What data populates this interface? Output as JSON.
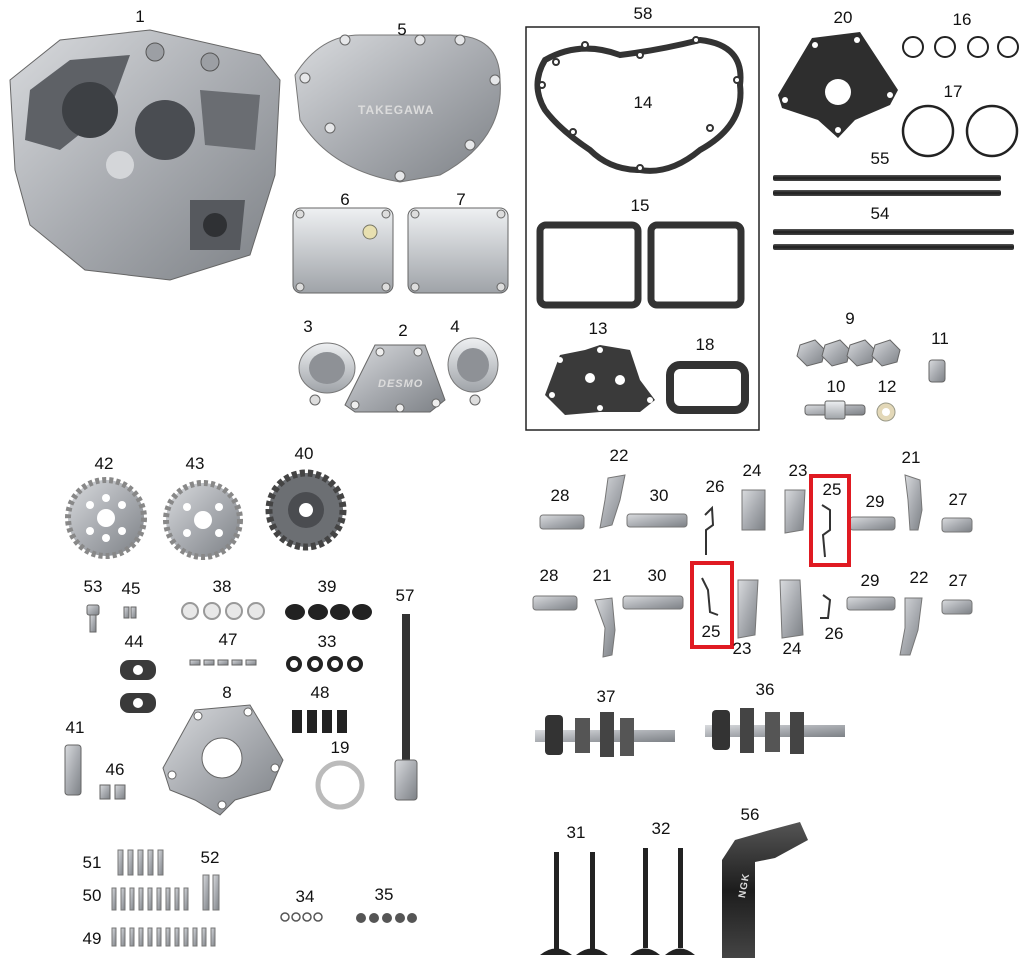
{
  "brand": {
    "cover_logo": "TAKEGAWA",
    "plate_logo": "DESMO",
    "cap_logo": "NGK"
  },
  "part_numbers": {
    "p1": "1",
    "p5": "5",
    "p58": "58",
    "p20": "20",
    "p16": "16",
    "p14": "14",
    "p17": "17",
    "p6": "6",
    "p7": "7",
    "p55": "55",
    "p54": "54",
    "p15": "15",
    "p3": "3",
    "p2": "2",
    "p4": "4",
    "p13": "13",
    "p18": "18",
    "p9": "9",
    "p11": "11",
    "p10": "10",
    "p12": "12",
    "p42": "42",
    "p43": "43",
    "p40": "40",
    "p22a": "22",
    "p24a": "24",
    "p23a": "23",
    "p25a": "25",
    "p21a": "21",
    "p28a": "28",
    "p30a": "30",
    "p26a": "26",
    "p29a": "29",
    "p27a": "27",
    "p28b": "28",
    "p21b": "21",
    "p30b": "30",
    "p29b": "29",
    "p22b": "22",
    "p27b": "27",
    "p25b": "25",
    "p26b": "26",
    "p23b": "23",
    "p24b": "24",
    "p53": "53",
    "p45": "45",
    "p38": "38",
    "p39": "39",
    "p57": "57",
    "p44": "44",
    "p47": "47",
    "p33": "33",
    "p8": "8",
    "p48": "48",
    "p41": "41",
    "p19": "19",
    "p46": "46",
    "p37": "37",
    "p36": "36",
    "p51": "51",
    "p52": "52",
    "p50": "50",
    "p49": "49",
    "p34": "34",
    "p35": "35",
    "p31": "31",
    "p32": "32",
    "p56": "56"
  },
  "highlight_color": "#e01a22",
  "gasket_color": "#3a3a3a",
  "metal_color": "#b9bcc0"
}
